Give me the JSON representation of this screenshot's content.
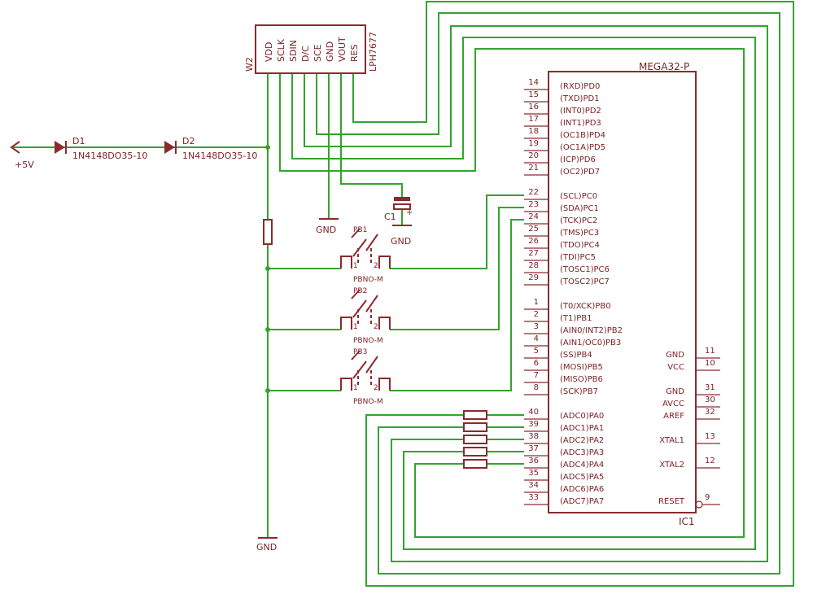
{
  "lcd": {
    "ref": "W2",
    "value": "LPH7677",
    "pins": [
      "VDD",
      "SCLK",
      "SDIN",
      "D/C",
      "SCE",
      "GND",
      "VOUT",
      "RES"
    ]
  },
  "ic": {
    "value": "MEGA32-P",
    "ref": "IC1",
    "left_pins": [
      {
        "num": "14",
        "name": "(RXD)PD0"
      },
      {
        "num": "15",
        "name": "(TXD)PD1"
      },
      {
        "num": "16",
        "name": "(INT0)PD2"
      },
      {
        "num": "17",
        "name": "(INT1)PD3"
      },
      {
        "num": "18",
        "name": "(OC1B)PD4"
      },
      {
        "num": "19",
        "name": "(OC1A)PD5"
      },
      {
        "num": "20",
        "name": "(ICP)PD6"
      },
      {
        "num": "21",
        "name": "(OC2)PD7"
      },
      {
        "num": "22",
        "name": "(SCL)PC0"
      },
      {
        "num": "23",
        "name": "(SDA)PC1"
      },
      {
        "num": "24",
        "name": "(TCK)PC2"
      },
      {
        "num": "25",
        "name": "(TMS)PC3"
      },
      {
        "num": "26",
        "name": "(TDO)PC4"
      },
      {
        "num": "27",
        "name": "(TDI)PC5"
      },
      {
        "num": "28",
        "name": "(TOSC1)PC6"
      },
      {
        "num": "29",
        "name": "(TOSC2)PC7"
      },
      {
        "num": "1",
        "name": "(T0/XCK)PB0"
      },
      {
        "num": "2",
        "name": "(T1)PB1"
      },
      {
        "num": "3",
        "name": "(AIN0/INT2)PB2"
      },
      {
        "num": "4",
        "name": "(AIN1/OC0)PB3"
      },
      {
        "num": "5",
        "name": "(SS)PB4"
      },
      {
        "num": "6",
        "name": "(MOSI)PB5"
      },
      {
        "num": "7",
        "name": "(MISO)PB6"
      },
      {
        "num": "8",
        "name": "(SCK)PB7"
      },
      {
        "num": "40",
        "name": "(ADC0)PA0"
      },
      {
        "num": "39",
        "name": "(ADC1)PA1"
      },
      {
        "num": "38",
        "name": "(ADC2)PA2"
      },
      {
        "num": "37",
        "name": "(ADC3)PA3"
      },
      {
        "num": "36",
        "name": "(ADC4)PA4"
      },
      {
        "num": "35",
        "name": "(ADC5)PA5"
      },
      {
        "num": "34",
        "name": "(ADC6)PA6"
      },
      {
        "num": "33",
        "name": "(ADC7)PA7"
      }
    ],
    "right_pins": [
      {
        "num": "11",
        "name": "GND"
      },
      {
        "num": "10",
        "name": "VCC"
      },
      {
        "num": "31",
        "name": "GND"
      },
      {
        "num": "30",
        "name": "AVCC"
      },
      {
        "num": "32",
        "name": "AREF"
      },
      {
        "num": "13",
        "name": "XTAL1"
      },
      {
        "num": "12",
        "name": "XTAL2"
      },
      {
        "num": "9",
        "name": "RESET"
      }
    ]
  },
  "power": {
    "vcc_label": "+5V",
    "gnd_label": "GND"
  },
  "diodes": [
    {
      "ref": "D1",
      "value": "1N4148DO35-10"
    },
    {
      "ref": "D2",
      "value": "1N4148DO35-10"
    }
  ],
  "capacitor": {
    "ref": "C1",
    "polarity": "+"
  },
  "buttons": [
    {
      "ref": "PB1",
      "value": "PBNO-M",
      "pin_a": "1",
      "pin_b": "2"
    },
    {
      "ref": "PB2",
      "value": "PBNO-M",
      "pin_a": "1",
      "pin_b": "2"
    },
    {
      "ref": "PB3",
      "value": "PBNO-M",
      "pin_a": "1",
      "pin_b": "2"
    }
  ]
}
